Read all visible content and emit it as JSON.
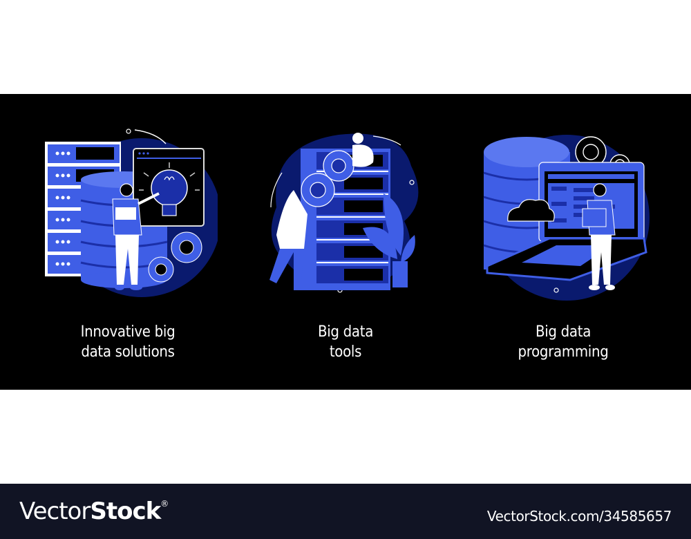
{
  "banner": {
    "background": "#000000",
    "palette": {
      "blob": "#0a1a6e",
      "primary_blue": "#3f5ee6",
      "deep_blue": "#1b2fa8",
      "light_blue": "#5b78f0",
      "white": "#ffffff"
    },
    "panels": [
      {
        "id": "innovative-big-data-solutions",
        "caption_lines": [
          "Innovative big",
          "data solutions"
        ],
        "illustration": "server-rack, database-cylinder, monitor-with-lightbulb, person-holding-tablet, gears"
      },
      {
        "id": "big-data-tools",
        "caption_lines": [
          "Big data",
          "tools"
        ],
        "illustration": "server-rack, two-people-with-gears, potted-plant"
      },
      {
        "id": "big-data-programming",
        "caption_lines": [
          "Big data",
          "programming"
        ],
        "illustration": "database-cylinder, laptop-with-code-screen, cloud, gears, person-holding-tablet"
      }
    ]
  },
  "footer": {
    "background": "#111424",
    "brand_light": "Vector",
    "brand_bold": "Stock",
    "brand_mark": "®",
    "url": "VectorStock.com/34585657"
  }
}
